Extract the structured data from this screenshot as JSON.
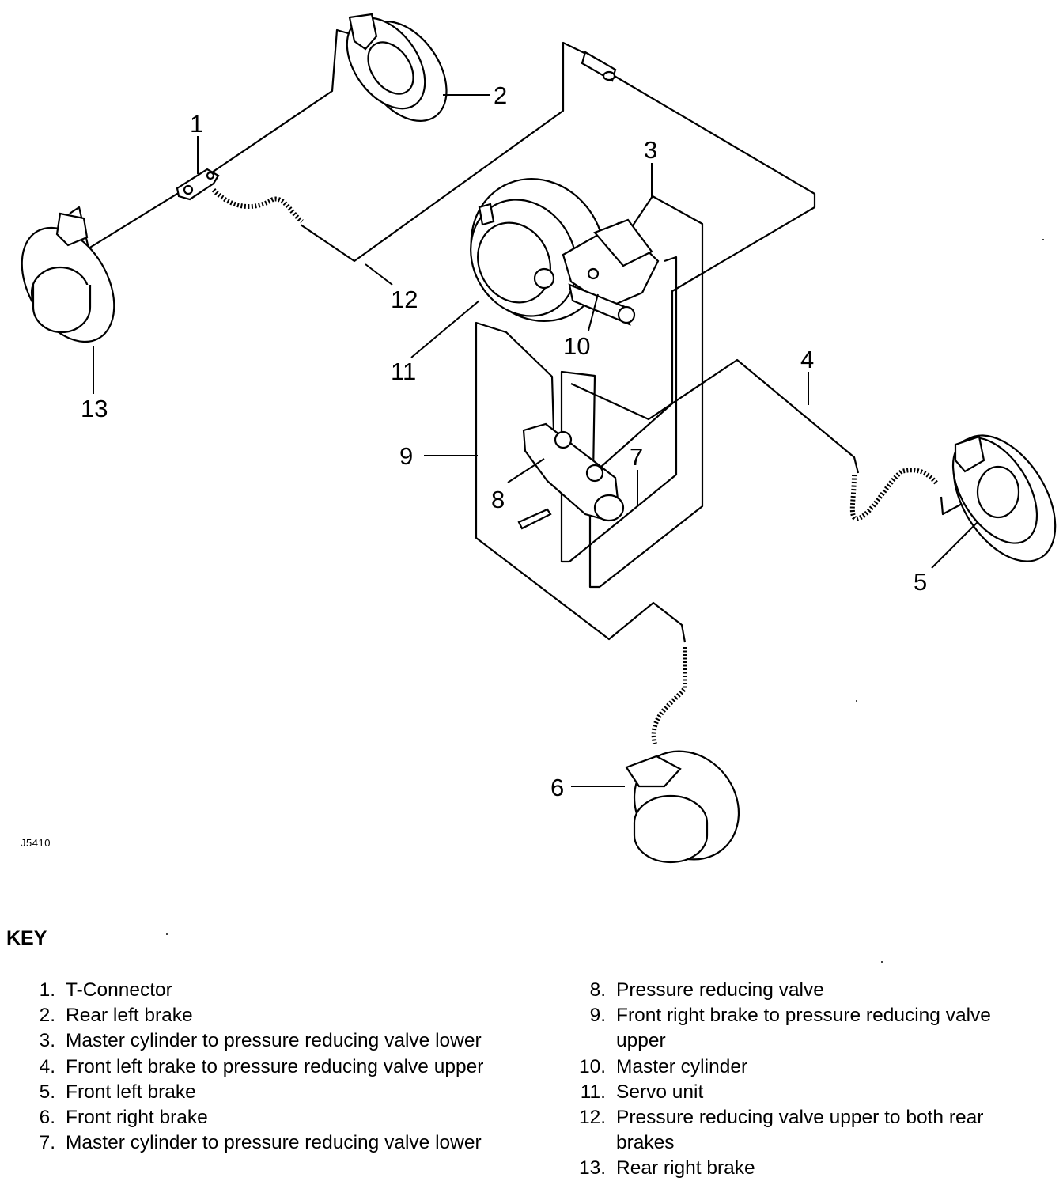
{
  "callouts": [
    "1",
    "2",
    "3",
    "4",
    "5",
    "6",
    "7",
    "8",
    "9",
    "10",
    "11",
    "12",
    "13"
  ],
  "figure_code": "J5410",
  "key": {
    "title": "KEY",
    "items_left": [
      {
        "num": "1.",
        "text": "T-Connector"
      },
      {
        "num": "2.",
        "text": "Rear left brake"
      },
      {
        "num": "3.",
        "text": "Master cylinder to pressure reducing valve lower"
      },
      {
        "num": "4.",
        "text": "Front left brake to pressure reducing valve upper"
      },
      {
        "num": "5.",
        "text": "Front left brake"
      },
      {
        "num": "6.",
        "text": "Front right brake"
      },
      {
        "num": "7.",
        "text": "Master cylinder to pressure reducing valve lower"
      }
    ],
    "items_right": [
      {
        "num": "8.",
        "text": "Pressure reducing valve"
      },
      {
        "num": "9.",
        "text": "Front right brake to pressure reducing valve upper"
      },
      {
        "num": "10.",
        "text": "Master cylinder"
      },
      {
        "num": "11.",
        "text": "Servo unit"
      },
      {
        "num": "12.",
        "text": "Pressure reducing valve upper to both rear brakes"
      },
      {
        "num": "13.",
        "text": "Rear right brake"
      }
    ]
  }
}
